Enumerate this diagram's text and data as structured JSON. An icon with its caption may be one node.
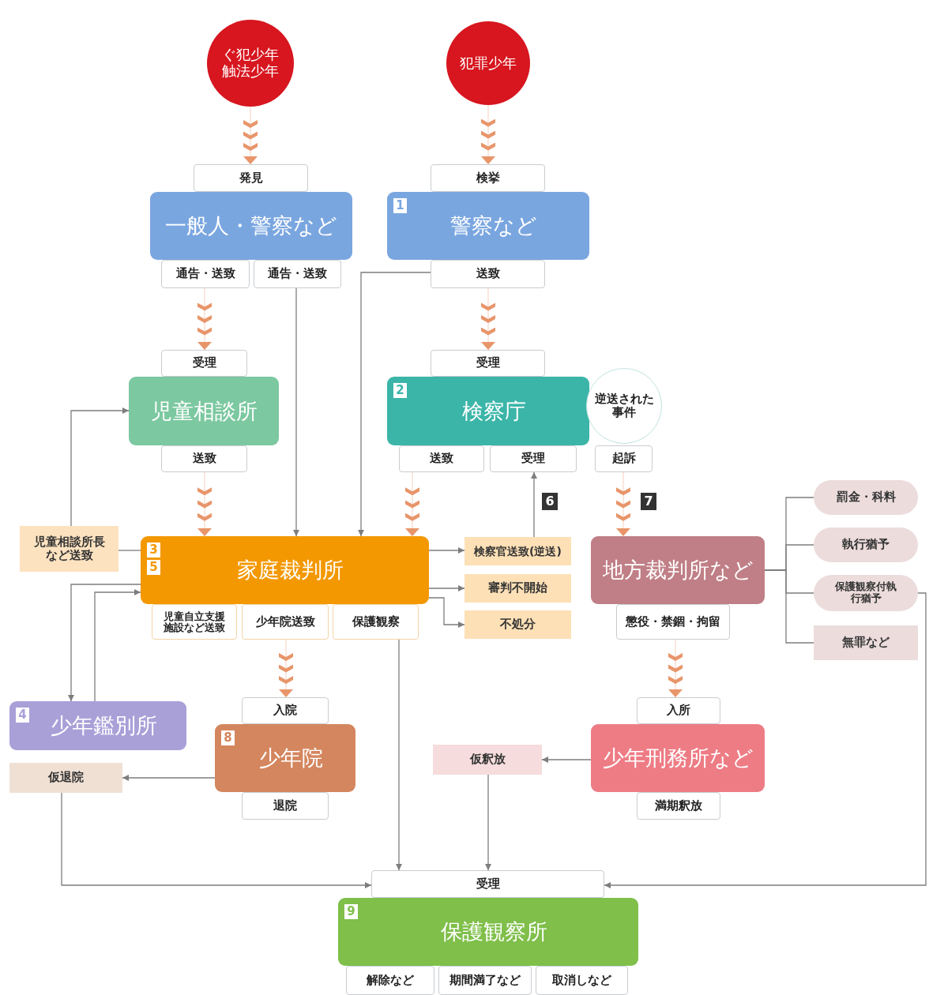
{
  "diagram": {
    "nodes": [
      {
        "text": [
          "ぐ犯少年触法少年"
        ]
      },
      {
        "text": [
          "犯罪少年"
        ]
      },
      {
        "text": [
          "発見"
        ]
      },
      {
        "text": [
          "一般人・警察など"
        ]
      },
      {
        "text": [
          "通告・送致"
        ]
      },
      {
        "text": [
          "通告・送致"
        ]
      },
      {
        "text": [
          "検挙"
        ]
      },
      {
        "text": [
          "1",
          "警察など"
        ]
      },
      {
        "text": [
          "送致"
        ]
      },
      {
        "text": [
          "受理"
        ]
      },
      {
        "text": [
          "児童相談所"
        ]
      },
      {
        "text": [
          "送致"
        ]
      },
      {
        "text": [
          "受理"
        ]
      },
      {
        "text": [
          "2",
          "検察庁"
        ]
      },
      {
        "text": [
          "逆送された事件"
        ]
      },
      {
        "text": [
          "送致"
        ]
      },
      {
        "text": [
          "受理"
        ]
      },
      {
        "text": [
          "起訴"
        ]
      },
      {
        "text": [
          "児童相談所長など送致"
        ]
      },
      {
        "text": [
          "3",
          "5",
          "家庭裁判所"
        ]
      },
      {
        "text": [
          "検察官送致(逆送)"
        ]
      },
      {
        "text": [
          "審判不開始"
        ]
      },
      {
        "text": [
          "不処分"
        ]
      },
      {
        "text": [
          "地方裁判所など"
        ]
      },
      {
        "text": [
          "罰金・科料"
        ]
      },
      {
        "text": [
          "執行猶予"
        ]
      },
      {
        "text": [
          "保護観察付執行猶予"
        ]
      },
      {
        "text": [
          "無罪など"
        ]
      },
      {
        "text": [
          "児童自立支援施設など送致"
        ]
      },
      {
        "text": [
          "少年院送致"
        ]
      },
      {
        "text": [
          "保護観察"
        ]
      },
      {
        "text": [
          "懲役・禁錮・拘留"
        ]
      },
      {
        "text": [
          "4",
          "少年鑑別所"
        ]
      },
      {
        "text": [
          "入院"
        ]
      },
      {
        "text": [
          "8",
          "少年院"
        ]
      },
      {
        "text": [
          "仮退院"
        ]
      },
      {
        "text": [
          "仮釈放"
        ]
      },
      {
        "text": [
          "入所"
        ]
      },
      {
        "text": [
          "少年刑務所など"
        ]
      },
      {
        "text": [
          "退院"
        ]
      },
      {
        "text": [
          "満期釈放"
        ]
      },
      {
        "text": [
          "受理"
        ]
      },
      {
        "text": [
          "9",
          "保護観察所"
        ]
      },
      {
        "text": [
          "解除など"
        ]
      },
      {
        "text": [
          "期間満了など"
        ]
      },
      {
        "text": [
          "取消しなど"
        ]
      }
    ],
    "edges": [
      {
        "from": 0,
        "to": 2,
        "arrow": "to",
        "color": "#e8956a"
      },
      {
        "from": 1,
        "to": 6,
        "arrow": "to",
        "color": "#e8956a"
      },
      {
        "from": 4,
        "to": 9,
        "arrow": "to",
        "color": "#e8956a"
      },
      {
        "from": 8,
        "to": 12,
        "arrow": "to",
        "color": "#e8956a"
      },
      {
        "from": 11,
        "to": 19,
        "arrow": "to",
        "color": "#e8956a"
      },
      {
        "from": 15,
        "to": 19,
        "arrow": "to",
        "color": "#e8956a"
      },
      {
        "from": 17,
        "to": 23,
        "arrow": "to",
        "color": "#e8956a"
      },
      {
        "from": 29,
        "to": 33,
        "arrow": "to",
        "color": "#e8956a"
      },
      {
        "from": 31,
        "to": 37,
        "arrow": "to",
        "color": "#e8956a"
      },
      {
        "from": 5,
        "to": 19,
        "arrow": "to"
      },
      {
        "from": 8,
        "to": 19,
        "arrow": "to"
      },
      {
        "from": 19,
        "to": 20,
        "arrow": "to"
      },
      {
        "from": 19,
        "to": 21,
        "arrow": "to"
      },
      {
        "from": 19,
        "to": 22,
        "arrow": "to"
      },
      {
        "from": 20,
        "to": 16,
        "arrow": "to"
      },
      {
        "from": 19,
        "to": 18,
        "arrow": "none"
      },
      {
        "from": 18,
        "to": 10,
        "arrow": "to"
      },
      {
        "from": 19,
        "to": 32,
        "arrow": "to"
      },
      {
        "from": 32,
        "to": 19,
        "arrow": "to"
      },
      {
        "from": 34,
        "to": 35,
        "arrow": "to"
      },
      {
        "from": 35,
        "to": 41,
        "arrow": "to"
      },
      {
        "from": 30,
        "to": 41,
        "arrow": "to"
      },
      {
        "from": 38,
        "to": 36,
        "arrow": "to"
      },
      {
        "from": 36,
        "to": 41,
        "arrow": "to"
      },
      {
        "from": 23,
        "to": 24,
        "arrow": "none"
      },
      {
        "from": 23,
        "to": 25,
        "arrow": "none"
      },
      {
        "from": 23,
        "to": 26,
        "arrow": "none"
      },
      {
        "from": 23,
        "to": 27,
        "arrow": "none"
      },
      {
        "from": 26,
        "to": 41,
        "arrow": "to"
      }
    ],
    "labels": [
      "6",
      "7"
    ]
  }
}
